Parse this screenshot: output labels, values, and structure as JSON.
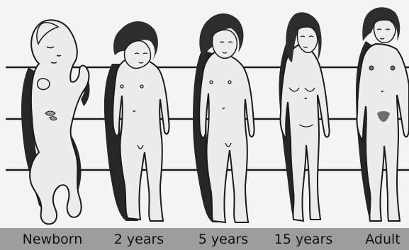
{
  "figure": {
    "stages": [
      {
        "id": "newborn",
        "label": "Newborn"
      },
      {
        "id": "two-years",
        "label": "2 years"
      },
      {
        "id": "five-years",
        "label": "5 years"
      },
      {
        "id": "fifteen-years",
        "label": "15 years"
      },
      {
        "id": "adult",
        "label": "Adult"
      }
    ],
    "colors": {
      "background": "#f4f4f4",
      "body_fill": "#ececec",
      "outline": "#1a1a1a",
      "shadow": "#262626",
      "hair": "#2d2d2d",
      "label_bar": "#9d9d9d",
      "pubic": "#6e6e6e"
    }
  }
}
